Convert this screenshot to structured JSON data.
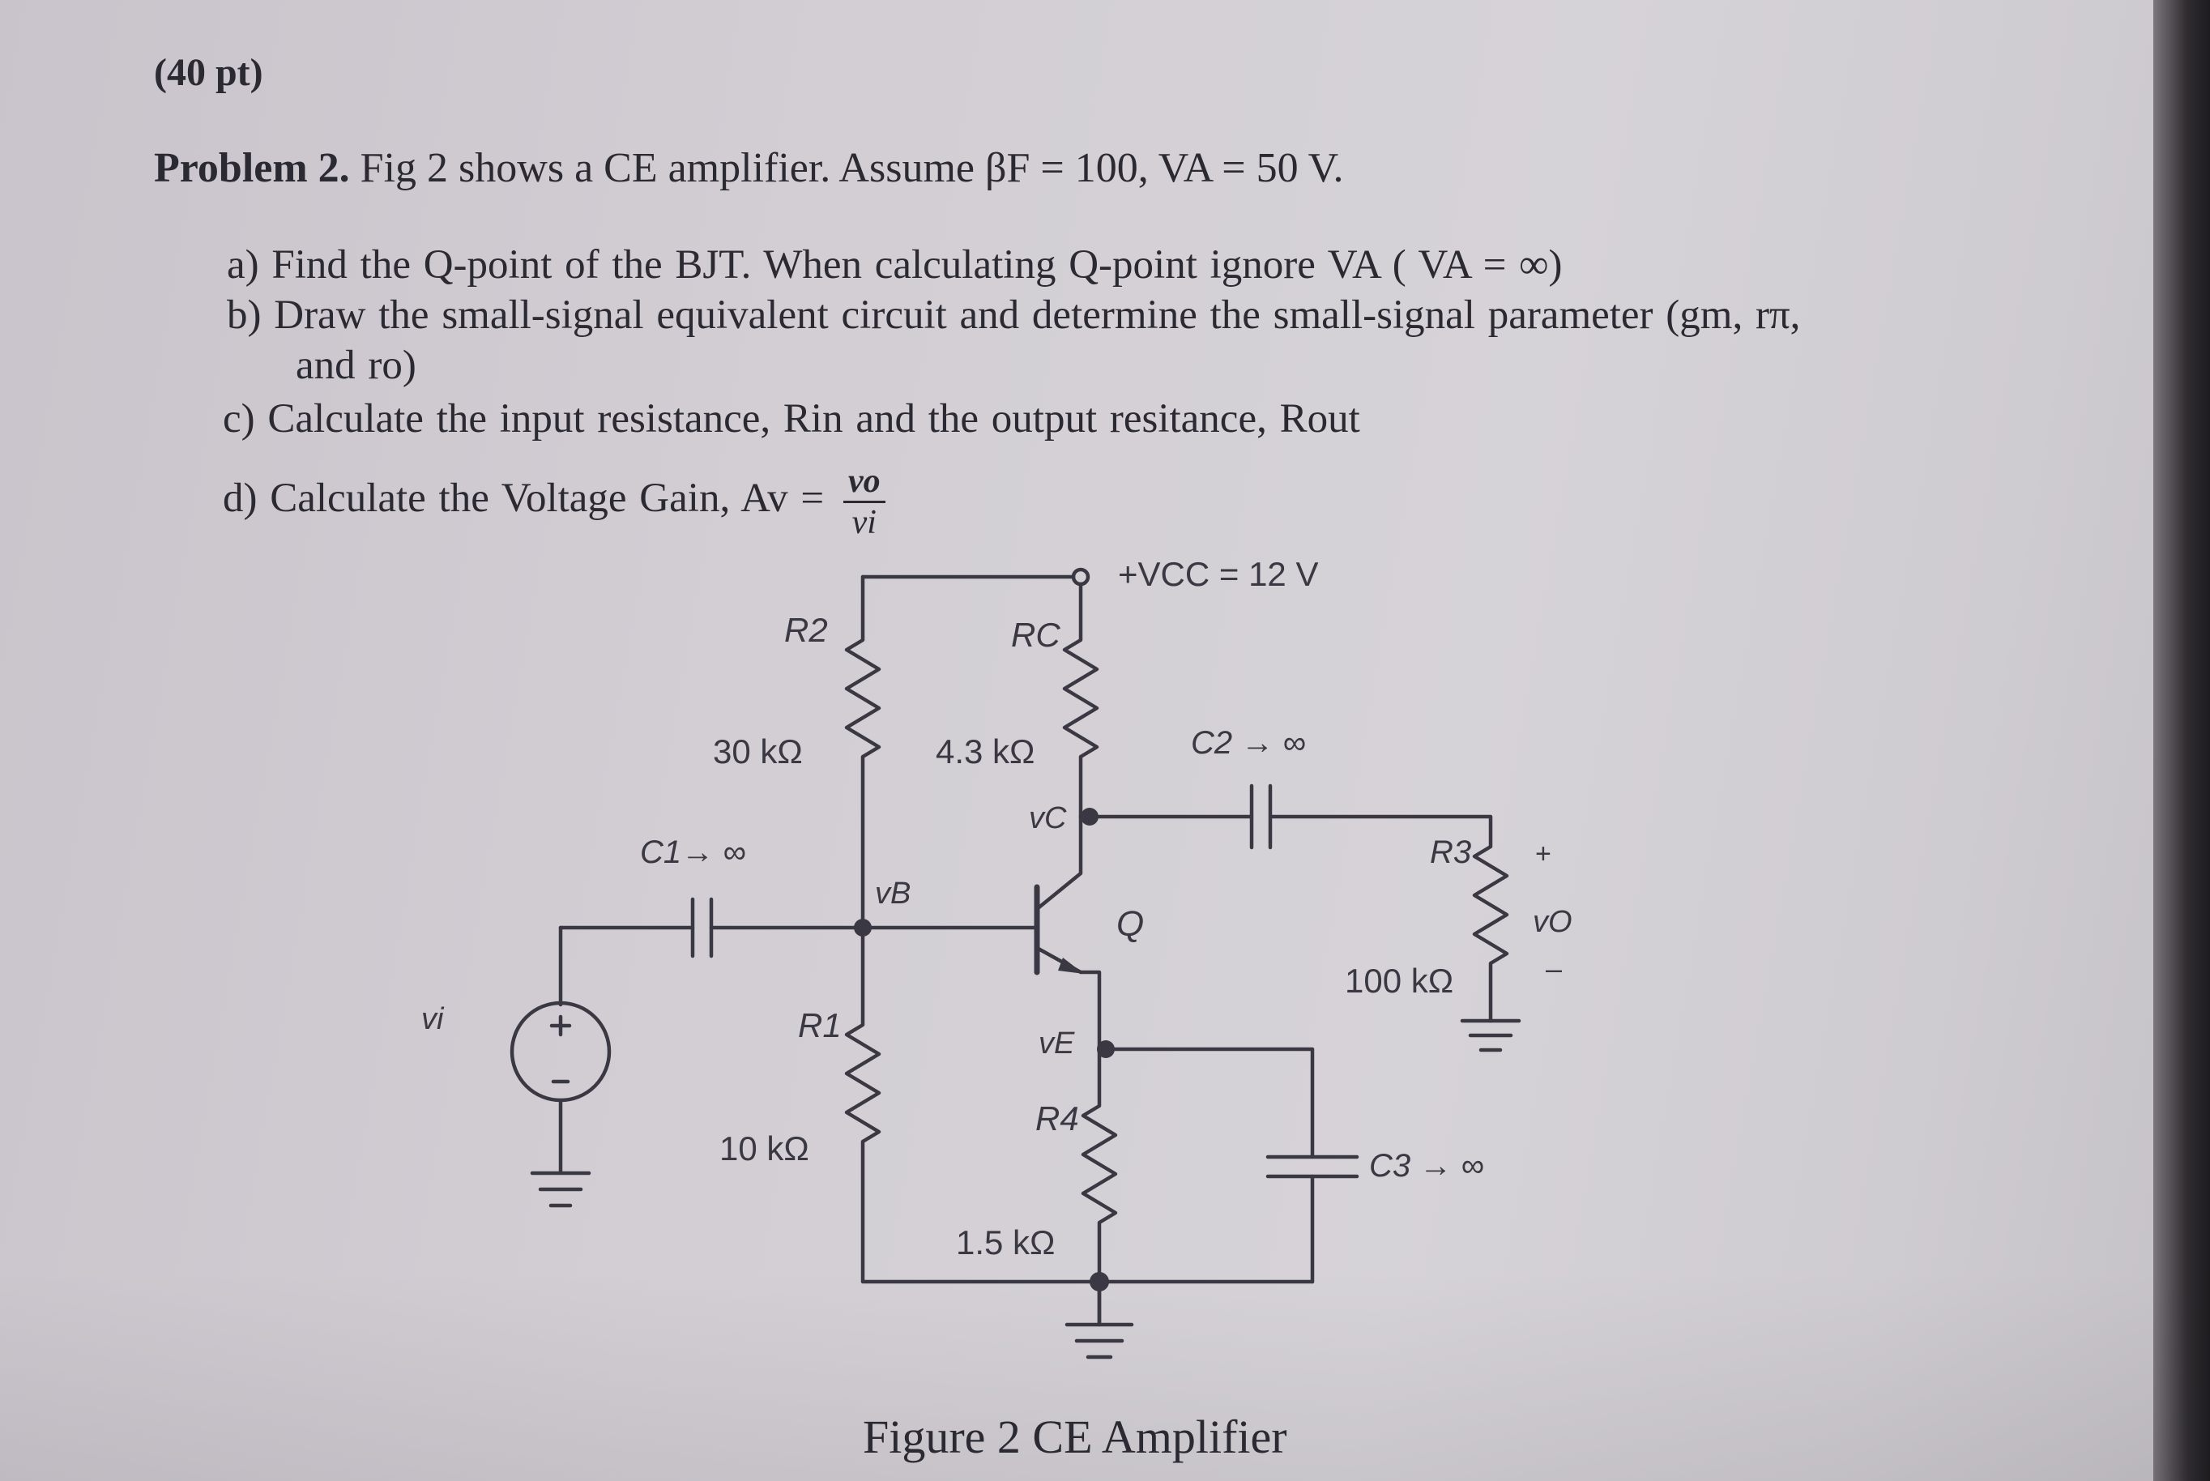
{
  "header": {
    "points": "(40 pt)"
  },
  "problem": {
    "label": "Problem 2.",
    "statement": " Fig 2 shows a CE amplifier.  Assume βF = 100, VA = 50 V."
  },
  "parts": {
    "a": "a) Find the Q-point of the BJT. When calculating Q-point ignore VA ( VA = ∞)",
    "b": "b) Draw the small-signal equivalent circuit and determine the small-signal parameter (gm, rπ,",
    "b_cont": "and ro)",
    "c": "c) Calculate the input resistance, Rin and the output resitance, Rout",
    "d_prefix": "d) Calculate  the Voltage Gain, Av = ",
    "d_num": "vo",
    "d_den": "vi"
  },
  "circuit": {
    "vcc": "+VCC = 12 V",
    "r2_name": "R2",
    "r2_value": "30 kΩ",
    "rc_name": "RC",
    "rc_value": "4.3 kΩ",
    "c2_label": "C2 → ∞",
    "c1_label": "C1→ ∞",
    "vc_label": "vC",
    "vb_label": "vB",
    "q_label": "Q",
    "r3_name": "R3",
    "r3_value": "100 kΩ",
    "vo_label": "vO",
    "vo_plus": "+",
    "vo_minus": "–",
    "vi_label": "vi",
    "source_plus": "+",
    "source_minus": "–",
    "r1_name": "R1",
    "r1_value": "10 kΩ",
    "ve_label": "vE",
    "r4_name": "R4",
    "r4_value": "1.5 kΩ",
    "c3_label": "C3 → ∞"
  },
  "figure_caption": "Figure 2  CE Amplifier"
}
